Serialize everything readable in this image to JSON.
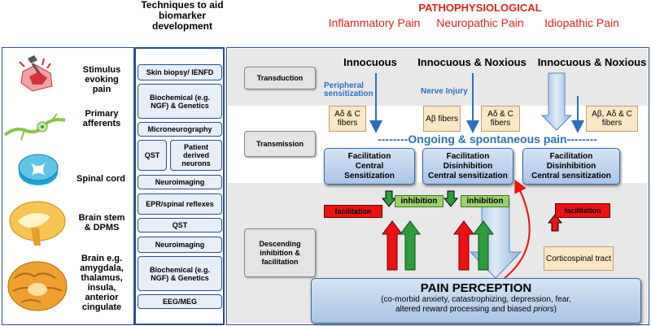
{
  "header": {
    "techniques_title": "Techniques to aid biomarker development",
    "pathophys_title": "PATHOPHYSIOLOGICAL",
    "pain_types": [
      "Inflammatory Pain",
      "Neuropathic Pain",
      "Idiopathic Pain"
    ]
  },
  "left_labels": [
    "Stimulus evoking pain",
    "Primary afferents",
    "Spinal cord",
    "Brain stem & DPMS",
    "Brain e.g. amygdala, thalamus, insula, anterior cingulate"
  ],
  "techniques": {
    "skin_biopsy": "Skin biopsy/ IENFD",
    "biochemical_1": "Biochemical (e.g. NGF) & Genetics",
    "microneurography": "Microneurography",
    "qst_1": "QST",
    "patient_neurons": "Patient derived neurons",
    "neuroimaging_1": "Neuroimaging",
    "epr": "EPR/spinal reflexes",
    "qst_2": "QST",
    "neuroimaging_2": "Neuroimaging",
    "biochemical_2": "Biochemical (e.g. NGF) & Genetics",
    "eeg": "EEG/MEG"
  },
  "stages": {
    "transduction": "Transduction",
    "transmission": "Transmission",
    "descending": "Descending inhibition & facilitation"
  },
  "stimuli": {
    "innocuous": "Innocuous",
    "innocuous_noxious_1": "Innocuous & Noxious",
    "innocuous_noxious_2": "Innocuous & Noxious",
    "peripheral": "Peripheral sensitization",
    "nerve_injury": "Nerve Injury"
  },
  "fibers": {
    "f1": "Aδ & C fibers",
    "f2": "Aβ fibers",
    "f3": "Aδ & C fibers",
    "f4": "Aβ, Aδ & C fibers"
  },
  "ongoing": "--------Ongoing & spontaneous pain--------",
  "facilitation_boxes": [
    [
      "Facilitation",
      "Central",
      "Sensitization"
    ],
    [
      "Facilitation",
      "Disinhibition",
      "Central sensitization"
    ],
    [
      "Facilitation",
      "Disinhibition",
      "Central sensitization"
    ]
  ],
  "modulation": {
    "facilitation_left": "facilitation",
    "inhibition_1": "inhibition",
    "inhibition_2": "inhibition",
    "facilitation_right": "facilitation",
    "corticospinal": "Corticospinal tract"
  },
  "pain_perception": {
    "title": "PAIN PERCEPTION",
    "line1": "(co-morbid anxiety, catastrophizing, depression, fear,",
    "line2": "altered reward processing and biased",
    "line2_italic": "priors",
    "line2_end": ")"
  }
}
